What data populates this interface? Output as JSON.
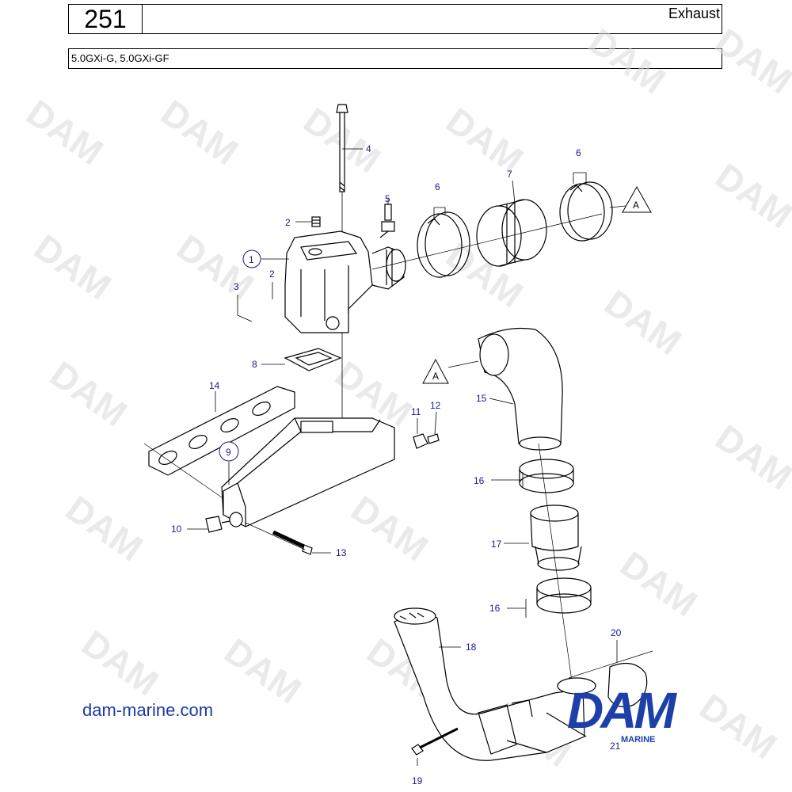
{
  "header": {
    "page_number": "251",
    "section_title": "Exhaust",
    "models": "5.0GXi-G, 5.0GXi-GF"
  },
  "callouts": {
    "p1": "1",
    "p2a": "2",
    "p2b": "2",
    "p3": "3",
    "p4": "4",
    "p5": "5",
    "p6a": "6",
    "p6b": "6",
    "p7": "7",
    "p8": "8",
    "p9": "9",
    "p10": "10",
    "p11": "11",
    "p12": "12",
    "p13": "13",
    "p14": "14",
    "p15": "15",
    "p16a": "16",
    "p16b": "16",
    "p17": "17",
    "p18": "18",
    "p19": "19",
    "p20": "20",
    "p21": "21",
    "refA1": "A",
    "refA2": "A"
  },
  "watermark_text": "DAM",
  "footer": {
    "website": "dam-marine.com",
    "brand_main": "DAM",
    "brand_sub": "MARINE"
  },
  "colors": {
    "callout": "#1a1a8c",
    "brand": "#1c3faa",
    "watermark": "#d9d9d9"
  }
}
